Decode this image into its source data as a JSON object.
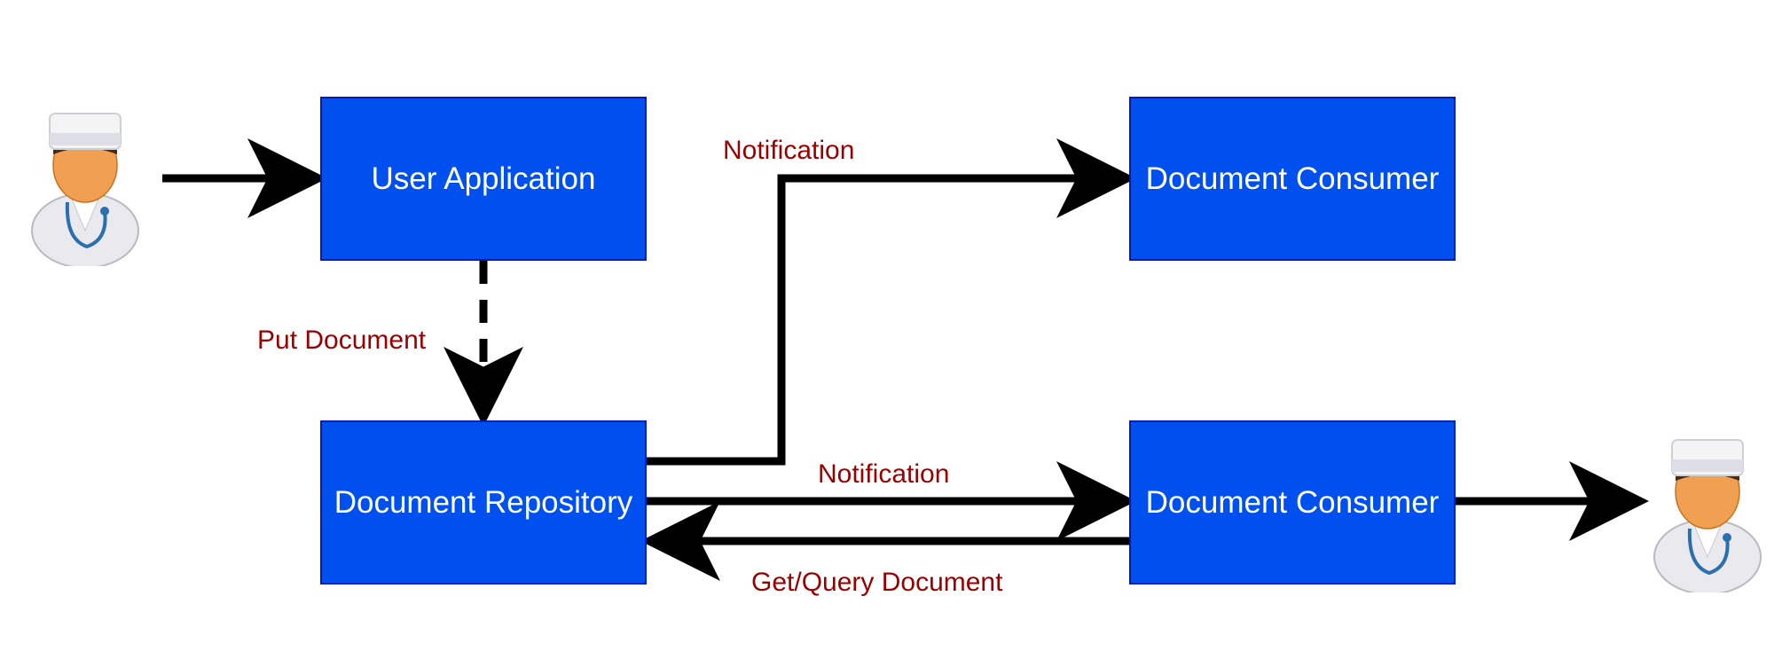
{
  "nodes": {
    "user_application": "User Application",
    "document_repository": "Document Repository",
    "document_consumer_top": "Document Consumer",
    "document_consumer_bottom": "Document Consumer"
  },
  "edges": {
    "notification_top": "Notification",
    "put_document": "Put Document",
    "notification_bottom": "Notification",
    "get_query_document": "Get/Query Document"
  },
  "actors": {
    "left": "doctor-icon",
    "right": "doctor-icon"
  },
  "colors": {
    "box_fill": "#0050ef",
    "box_border": "#001dbc",
    "box_text": "#ffffff",
    "label_text": "#990000",
    "connector": "#000000"
  }
}
